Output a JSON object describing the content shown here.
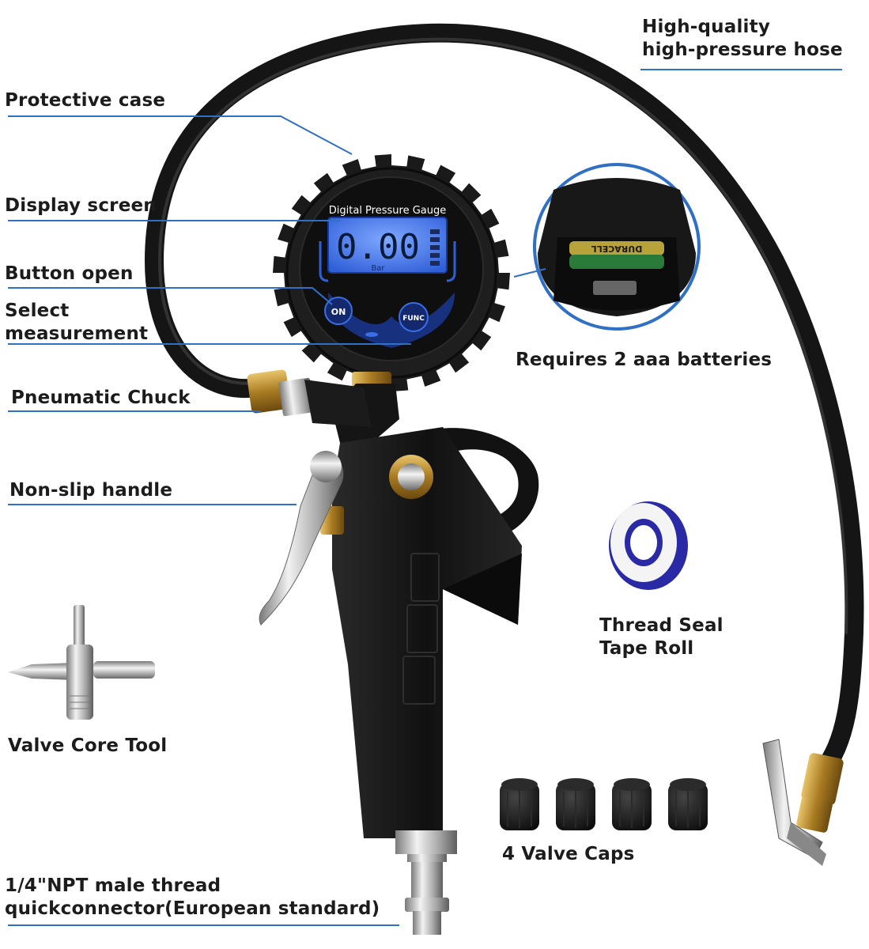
{
  "labels": {
    "hose": [
      "High-quality",
      "high-pressure hose"
    ],
    "protective_case": "Protective case",
    "display_screen": "Display screen",
    "button_open": "Button open",
    "select_measurement": [
      "Select",
      "measurement"
    ],
    "pneumatic_chuck": "Pneumatic Chuck",
    "non_slip_handle": "Non-slip handle",
    "valve_core_tool": "Valve Core Tool",
    "batteries": "Requires 2 aaa batteries",
    "thread_seal": [
      "Thread Seal",
      "Tape Roll"
    ],
    "valve_caps": "4 Valve Caps",
    "connector": [
      "1/4\"NPT male thread",
      "quickconnector(European standard)"
    ]
  },
  "gauge": {
    "title": "Digital Pressure Gauge",
    "reading": "0.00",
    "unit": "Bar",
    "on_button": "ON",
    "func_button": "FUNC"
  },
  "battery_text": "DURACELL",
  "colors": {
    "leader_line": "#2f6fc4",
    "lcd": "#3b6fe6",
    "body": "#151515",
    "brass": "#b8892c"
  }
}
